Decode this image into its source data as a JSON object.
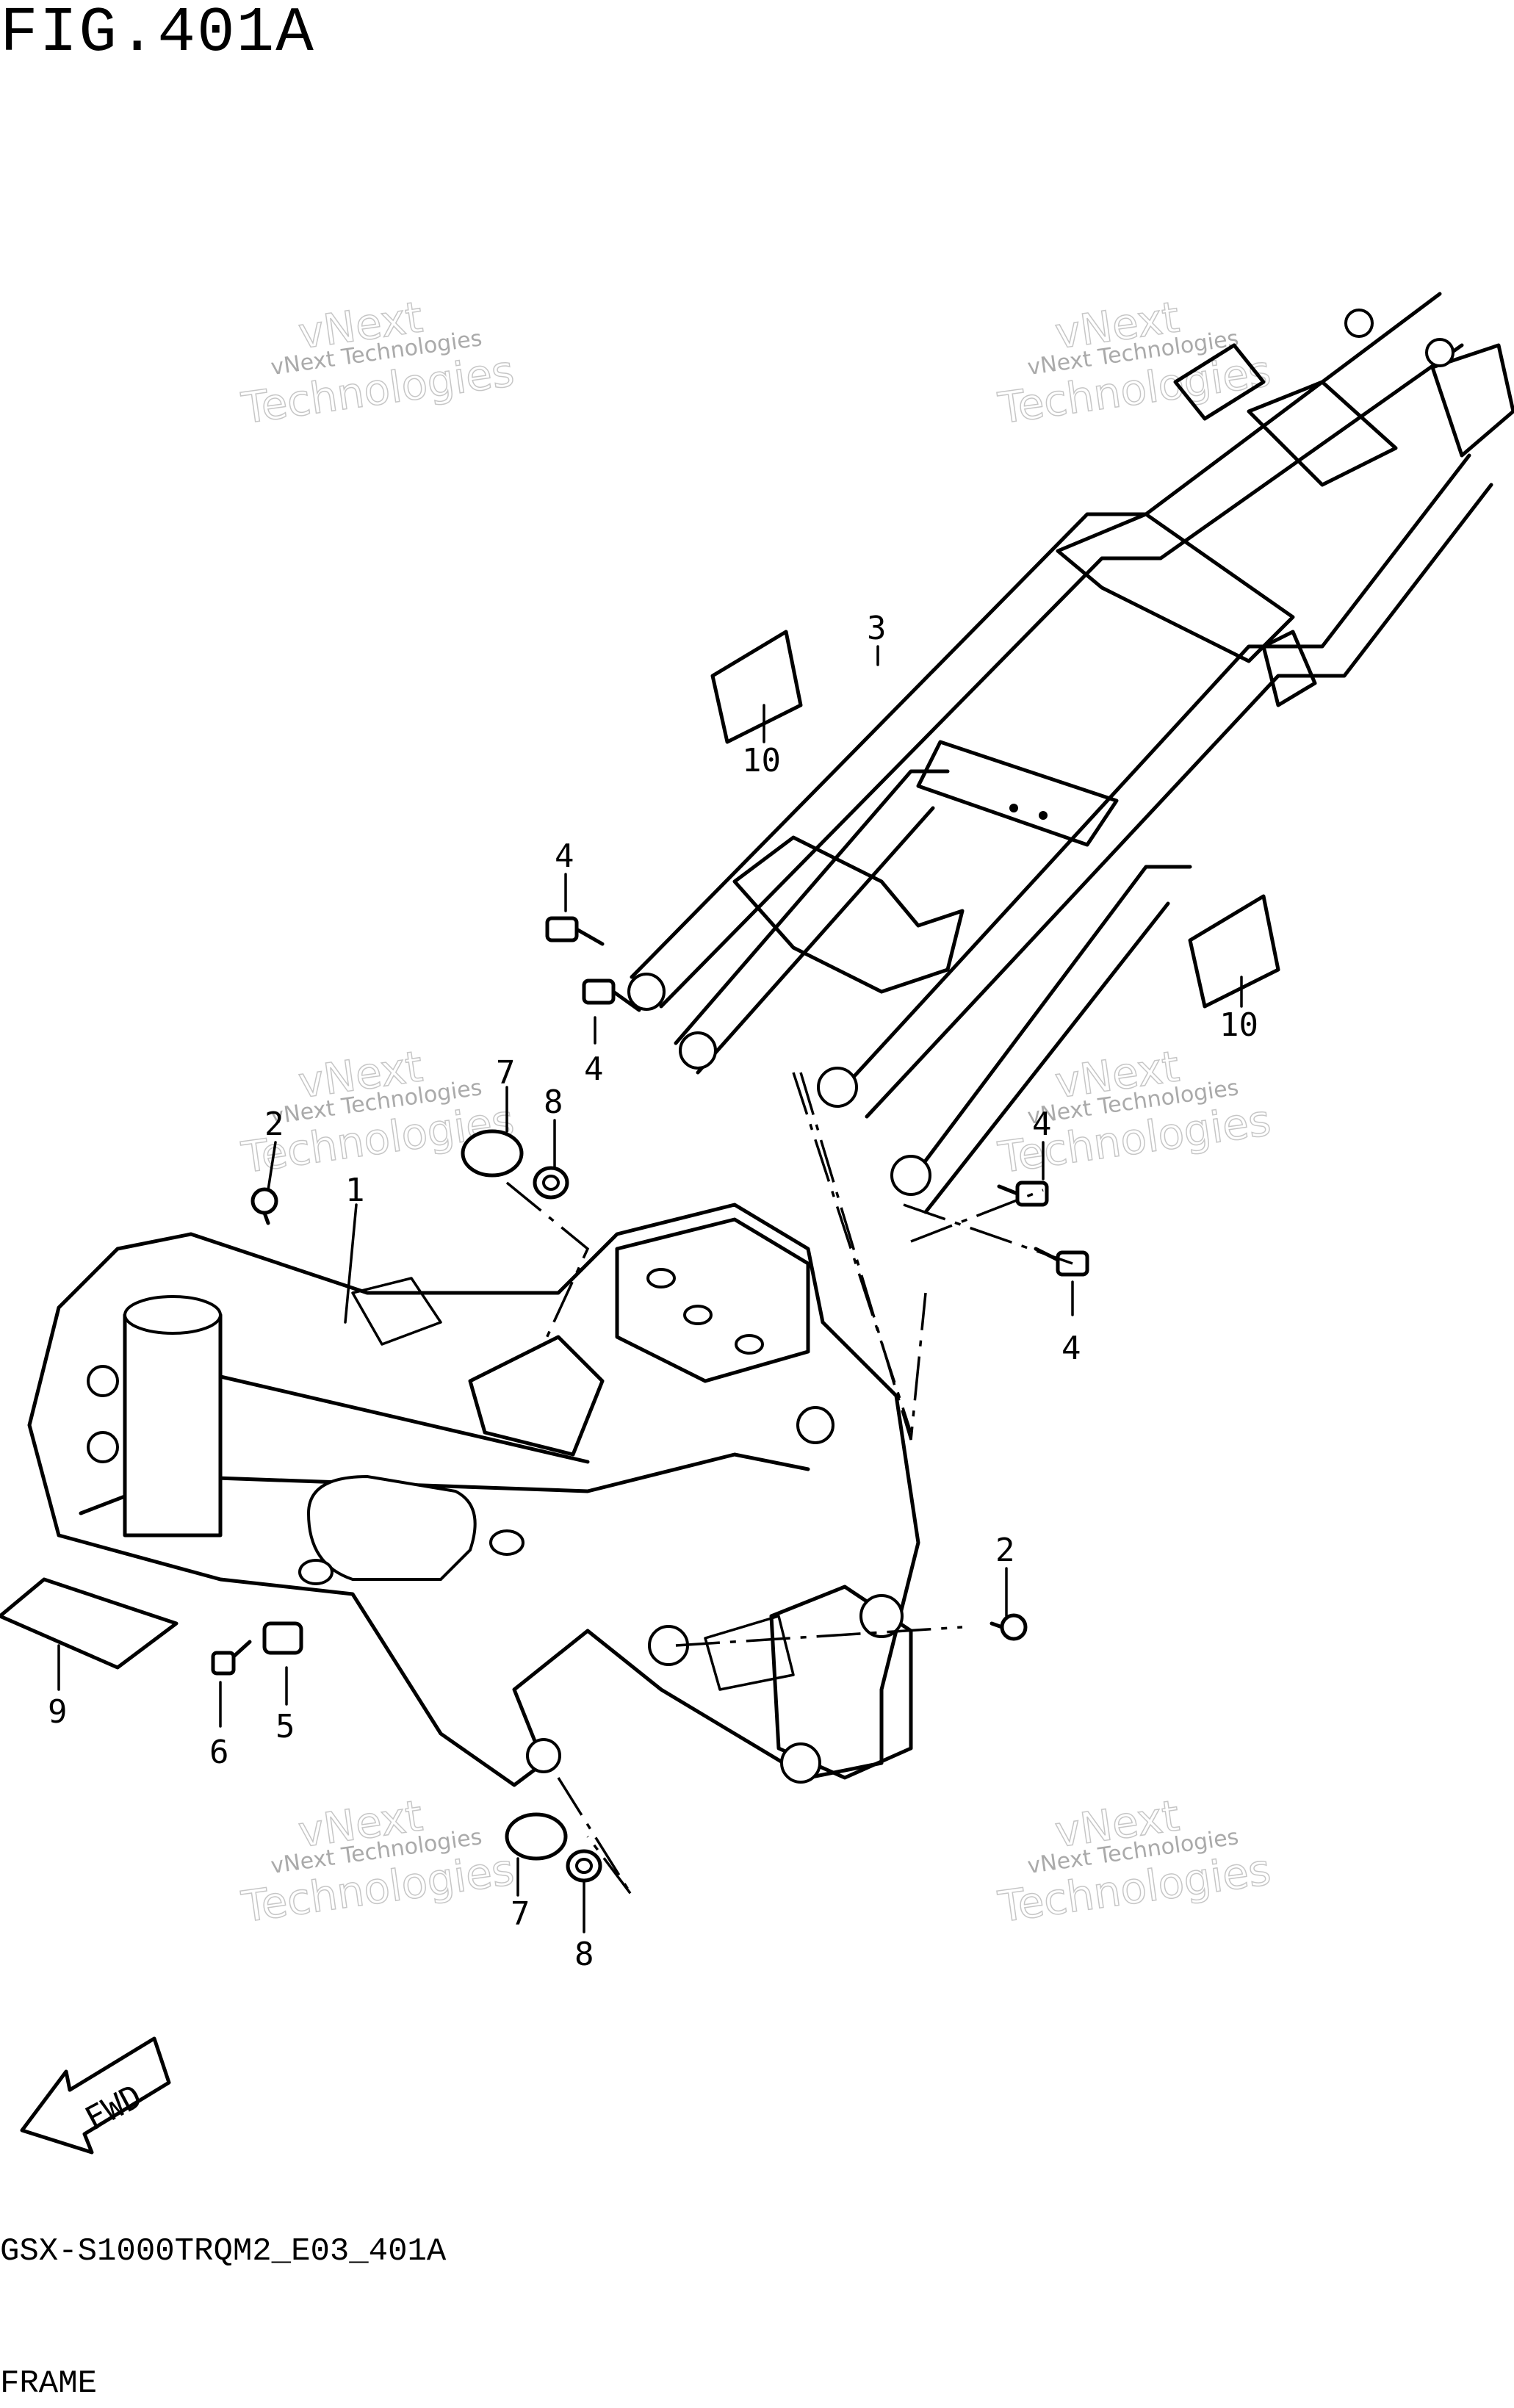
{
  "figure": {
    "title": "FIG.401A",
    "model_code": "GSX-S1000TRQM2_E03_401A",
    "section_name": "FRAME",
    "direction_label": "FWD"
  },
  "watermark": {
    "line1": "vNext Technologies",
    "line2": "vNext",
    "line3": "Technologies"
  },
  "callouts": [
    {
      "id": "c1",
      "label": "1"
    },
    {
      "id": "c2a",
      "label": "2"
    },
    {
      "id": "c2b",
      "label": "2"
    },
    {
      "id": "c3",
      "label": "3"
    },
    {
      "id": "c4a",
      "label": "4"
    },
    {
      "id": "c4b",
      "label": "4"
    },
    {
      "id": "c4c",
      "label": "4"
    },
    {
      "id": "c4d",
      "label": "4"
    },
    {
      "id": "c5",
      "label": "5"
    },
    {
      "id": "c6",
      "label": "6"
    },
    {
      "id": "c7a",
      "label": "7"
    },
    {
      "id": "c7b",
      "label": "7"
    },
    {
      "id": "c8a",
      "label": "8"
    },
    {
      "id": "c8b",
      "label": "8"
    },
    {
      "id": "c9",
      "label": "9"
    },
    {
      "id": "c10a",
      "label": "10"
    },
    {
      "id": "c10b",
      "label": "10"
    }
  ]
}
